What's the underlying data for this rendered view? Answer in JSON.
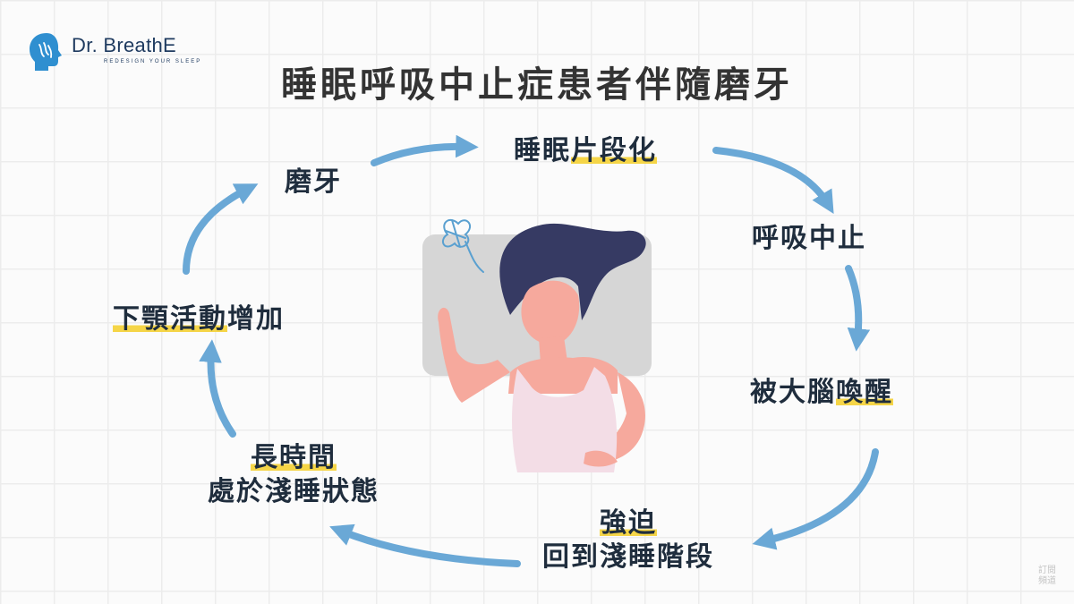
{
  "brand": {
    "name": "Dr. BreathE",
    "tagline": "REDESIGN YOUR SLEEP"
  },
  "title": "睡眠呼吸中止症患者伴隨磨牙",
  "cycle": {
    "n1": {
      "plain": "睡眠",
      "highlight": "片段化"
    },
    "n2": {
      "text": "呼吸中止"
    },
    "n3": {
      "plain": "被大腦",
      "highlight": "喚醒"
    },
    "n4": {
      "line1": "強迫",
      "line2": "回到淺睡階段"
    },
    "n5": {
      "line1": "長時間",
      "line2": "處於淺睡狀態"
    },
    "n6": {
      "highlight": "下顎活動",
      "plain": "增加"
    },
    "n7": {
      "text": "磨牙"
    }
  },
  "colors": {
    "arrow": "#6aa8d6",
    "highlight": "#f5d547",
    "hair": "#363a63",
    "skin": "#f6a99d",
    "shirt": "#f3dde6",
    "pillow": "#d6d6d6",
    "text": "#1f2d3d"
  },
  "watermark": {
    "line1": "訂閱",
    "line2": "頻道"
  }
}
